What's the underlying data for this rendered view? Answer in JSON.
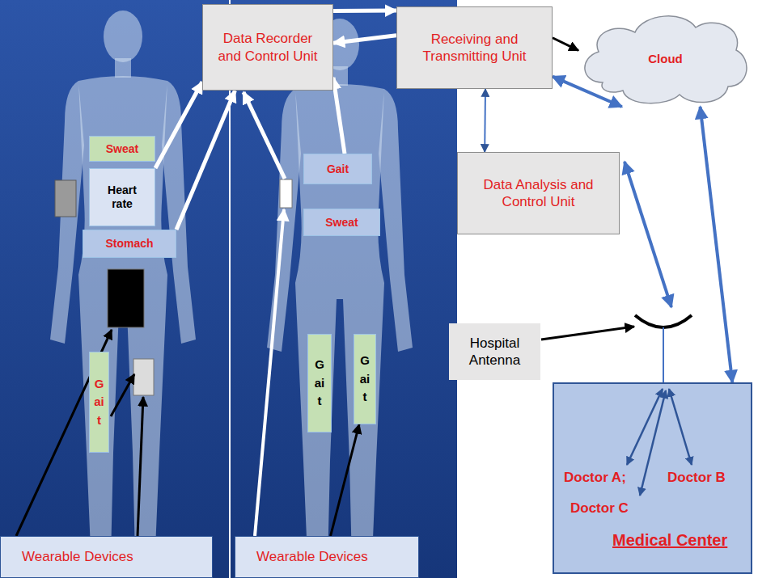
{
  "diagram": {
    "nodes": [
      {
        "text": [
          "Data Recorder and Control Unit"
        ]
      },
      {
        "text": [
          "Receiving and Transmitting Unit"
        ]
      },
      {
        "text": [
          "Cloud"
        ]
      },
      {
        "text": [
          "Data Analysis and Control Unit"
        ]
      },
      {
        "text": [
          "Sweat"
        ]
      },
      {
        "text": [
          "Heart rate"
        ]
      },
      {
        "text": [
          "Stomach"
        ]
      },
      {
        "text": [
          "Gait"
        ]
      },
      {
        "text": [
          "Gait"
        ]
      },
      {
        "text": [
          "Sweat"
        ]
      },
      {
        "text": [
          "Gait"
        ]
      },
      {
        "text": [
          "Gait"
        ]
      },
      {
        "text": [
          "Wearable Devices"
        ]
      },
      {
        "text": [
          "Wearable Devices"
        ]
      },
      {
        "text": [
          "Hospital Antenna"
        ]
      },
      {
        "text": [
          "Doctor A;",
          "Doctor B",
          "Doctor C",
          "Medical Center"
        ]
      }
    ],
    "edges": [
      {
        "from": 0,
        "to": 1,
        "arrow": "to"
      },
      {
        "from": 1,
        "to": 0,
        "arrow": "to"
      },
      {
        "from": 5,
        "to": 0,
        "arrow": "to"
      },
      {
        "from": 6,
        "to": 0,
        "arrow": "to"
      },
      {
        "from": 8,
        "to": 0,
        "arrow": "to"
      },
      {
        "from": 1,
        "to": 2,
        "arrow": "to"
      },
      {
        "from": 1,
        "to": 2,
        "arrow": "both"
      },
      {
        "from": 1,
        "to": 3,
        "arrow": "both"
      },
      {
        "from": 2,
        "to": 15,
        "arrow": "both"
      },
      {
        "from": 13,
        "to": 11,
        "arrow": "to"
      }
    ]
  }
}
